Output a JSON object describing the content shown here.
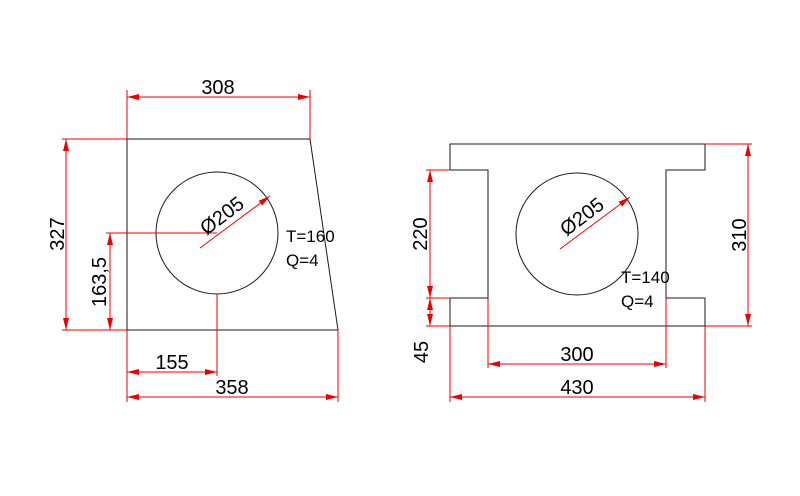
{
  "colors": {
    "outline": "#1a1a1a",
    "dimension": "#ee0000",
    "text": "#000000",
    "background": "#ffffff"
  },
  "left_part": {
    "top_width": "308",
    "height": "327",
    "hole_height": "163,5",
    "hole_offset": "155",
    "bottom_width": "358",
    "hole_diameter": "Ø205",
    "thickness": "T=160",
    "quantity": "Q=4"
  },
  "right_part": {
    "notch_height": "220",
    "base_height": "45",
    "total_height": "310",
    "inner_width": "300",
    "total_width": "430",
    "hole_diameter": "Ø205",
    "thickness": "T=140",
    "quantity": "Q=4"
  }
}
